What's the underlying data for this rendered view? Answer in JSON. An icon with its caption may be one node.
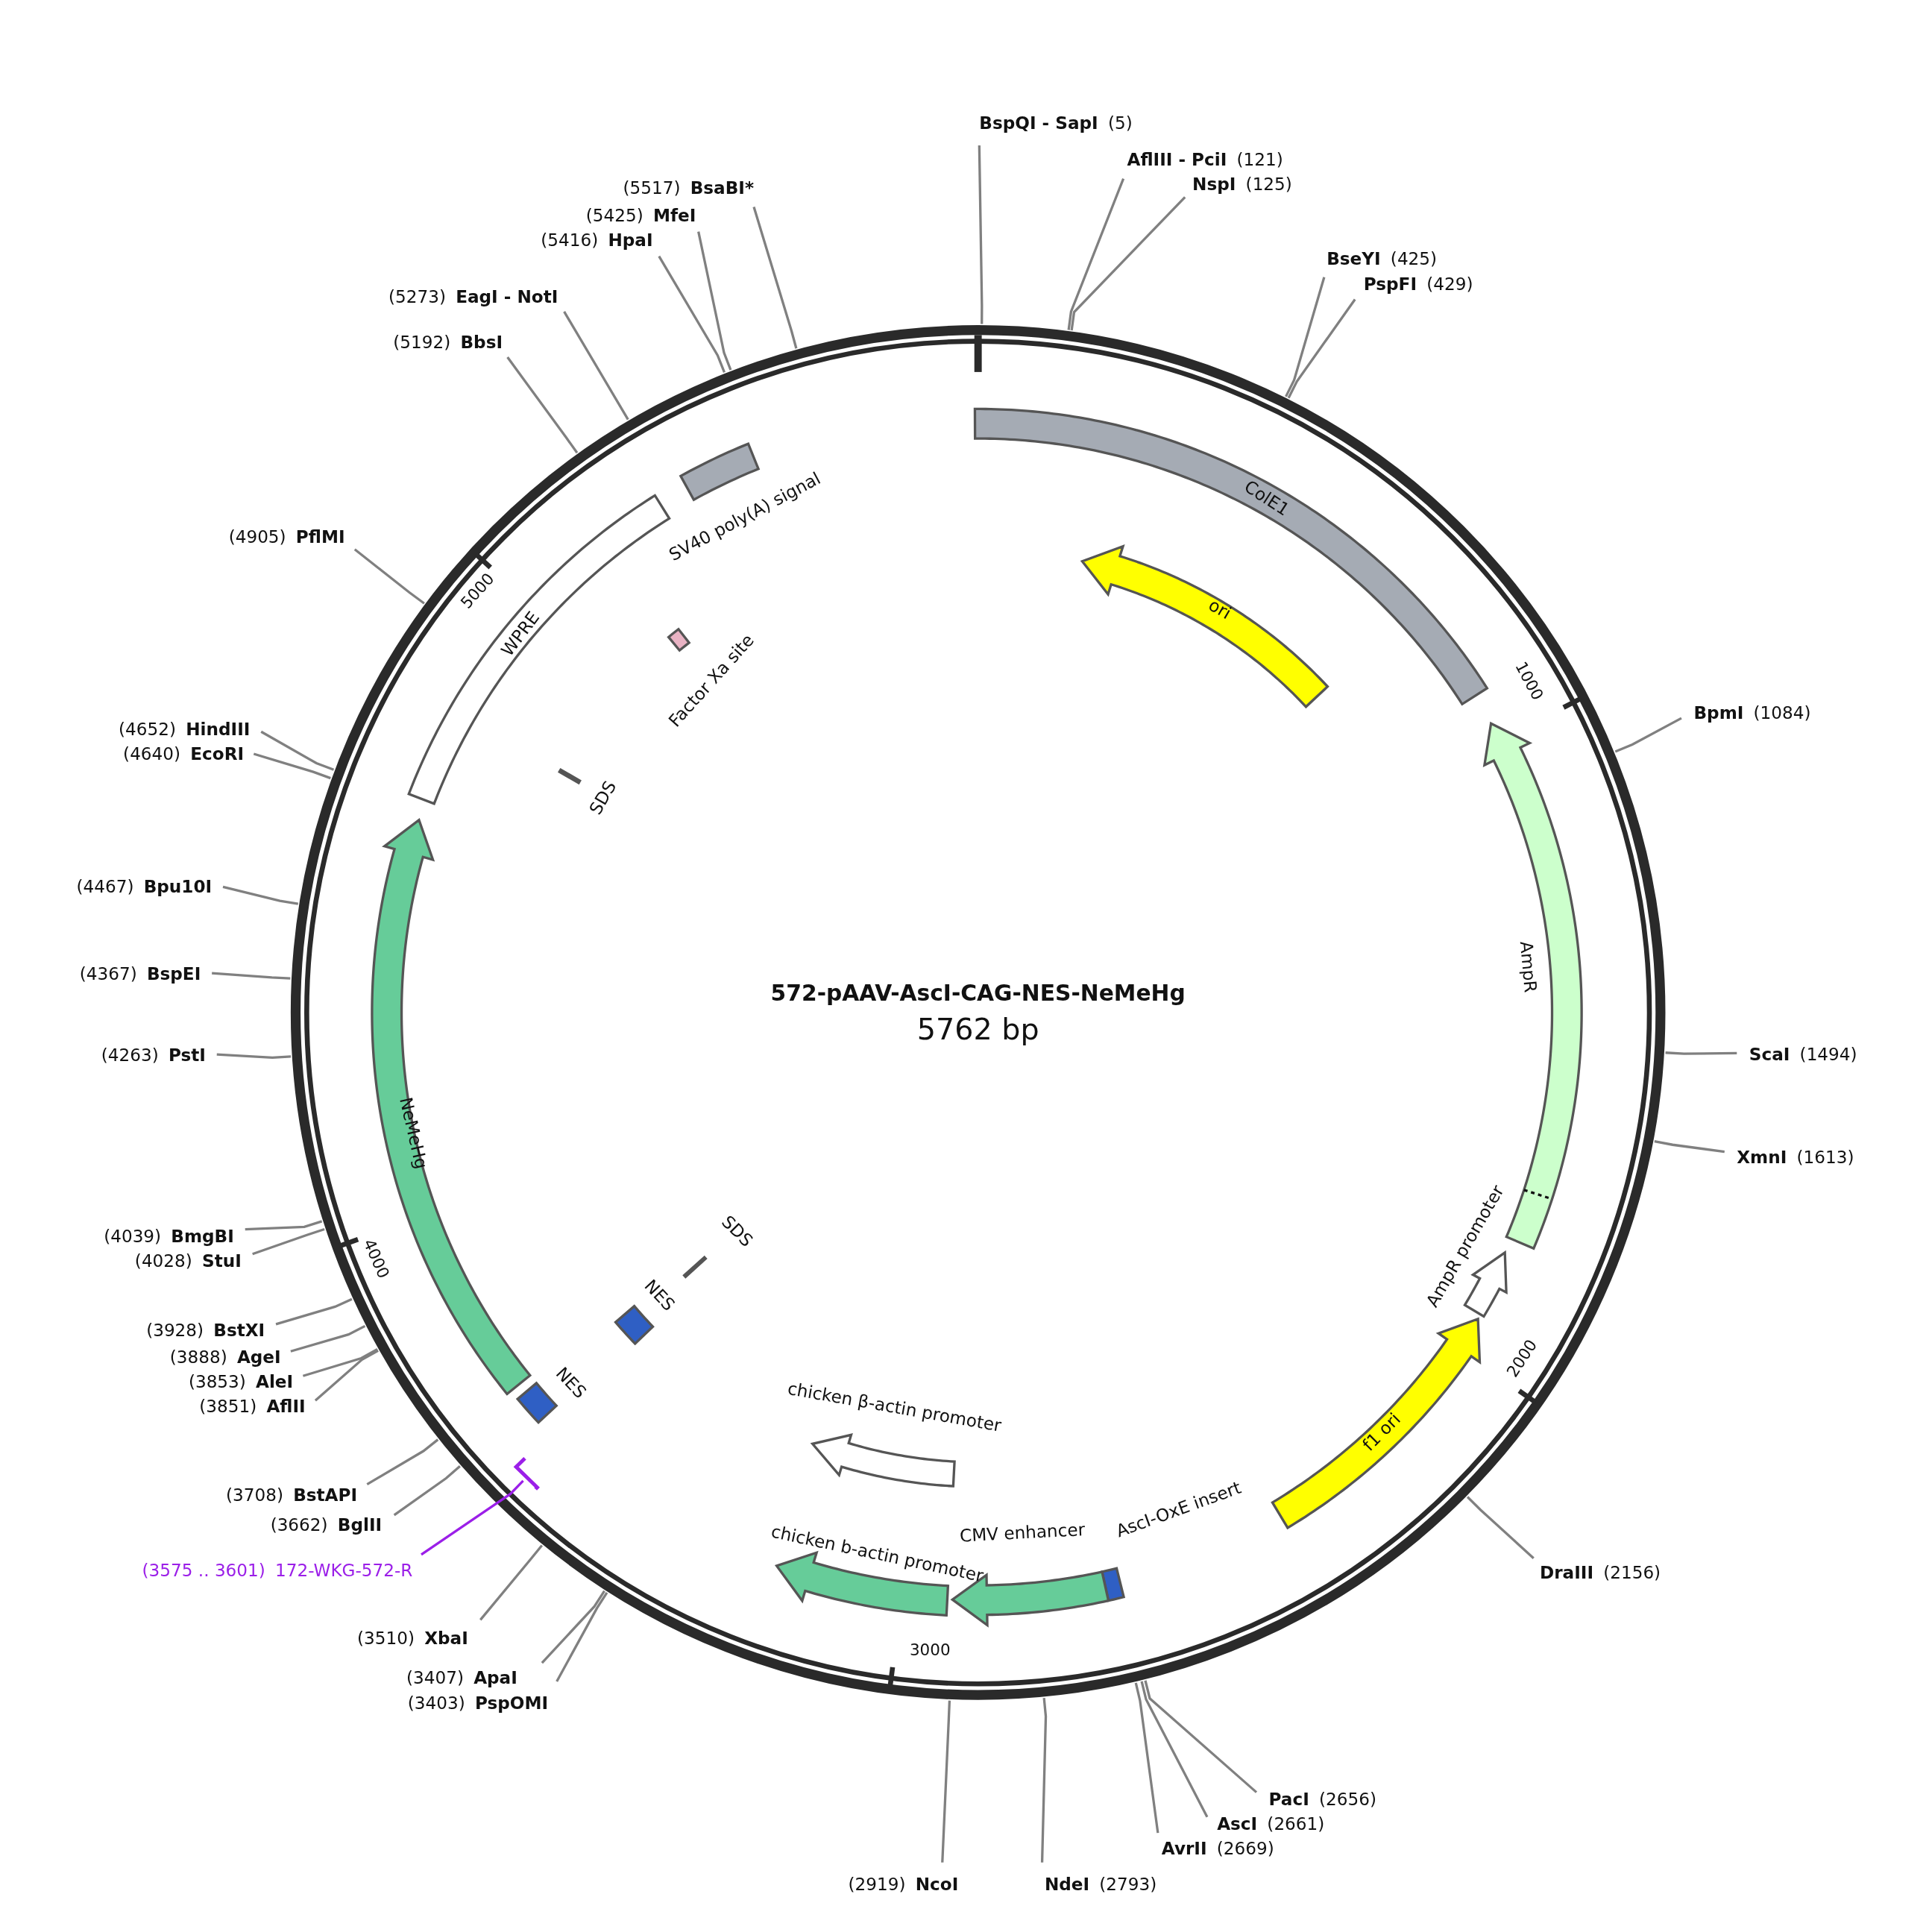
{
  "diagram": {
    "title": "572-pAAV-AscI-CAG-NES-NeMeHg",
    "caption": "5762 bp",
    "nodes": [
      {
        "text": [
          "ColE1"
        ]
      },
      {
        "text": [
          "ori"
        ]
      },
      {
        "text": [
          "AmpR"
        ]
      },
      {
        "text": [
          "AmpR promoter"
        ]
      },
      {
        "text": [
          "f1 ori"
        ]
      },
      {
        "text": [
          "AscI-OxE insert"
        ]
      },
      {
        "text": [
          "CMV enhancer"
        ]
      },
      {
        "text": [
          "chicken b-actin promoter"
        ]
      },
      {
        "text": [
          "chicken β-actin promoter"
        ]
      },
      {
        "text": [
          "NES"
        ]
      },
      {
        "text": [
          "NES"
        ]
      },
      {
        "text": [
          "SDS"
        ]
      },
      {
        "text": [
          "NeMeHg"
        ]
      },
      {
        "text": [
          "WPRE"
        ]
      },
      {
        "text": [
          "SV40 poly(A) signal"
        ]
      },
      {
        "text": [
          "Factor Xa site"
        ]
      },
      {
        "text": [
          "SDS"
        ]
      },
      {
        "text": [
          "BspQI - SapI"
        ],
        "beside": [
          "(5)"
        ]
      },
      {
        "text": [
          "AflIII - PciI"
        ],
        "beside": [
          "(121)"
        ]
      },
      {
        "text": [
          "NspI"
        ],
        "beside": [
          "(125)"
        ]
      },
      {
        "text": [
          "BseYI"
        ],
        "beside": [
          "(425)"
        ]
      },
      {
        "text": [
          "PspFI"
        ],
        "beside": [
          "(429)"
        ]
      },
      {
        "text": [
          "BpmI"
        ],
        "beside": [
          "(1084)"
        ]
      },
      {
        "text": [
          "ScaI"
        ],
        "beside": [
          "(1494)"
        ]
      },
      {
        "text": [
          "XmnI"
        ],
        "beside": [
          "(1613)"
        ]
      },
      {
        "text": [
          "DraIII"
        ],
        "beside": [
          "(2156)"
        ]
      },
      {
        "text": [
          "PacI"
        ],
        "beside": [
          "(2656)"
        ]
      },
      {
        "text": [
          "AscI"
        ],
        "beside": [
          "(2661)"
        ]
      },
      {
        "text": [
          "AvrII"
        ],
        "beside": [
          "(2669)"
        ]
      },
      {
        "text": [
          "NdeI"
        ],
        "beside": [
          "(2793)"
        ]
      },
      {
        "text": [
          "NcoI"
        ],
        "beside": [
          "(2919)"
        ]
      },
      {
        "text": [
          "PspOMI"
        ],
        "beside": [
          "(3403)"
        ]
      },
      {
        "text": [
          "ApaI"
        ],
        "beside": [
          "(3407)"
        ]
      },
      {
        "text": [
          "XbaI"
        ],
        "beside": [
          "(3510)"
        ]
      },
      {
        "text": [
          "BglII"
        ],
        "beside": [
          "(3662)"
        ]
      },
      {
        "text": [
          "BstAPI"
        ],
        "beside": [
          "(3708)"
        ]
      },
      {
        "text": [
          "AflII"
        ],
        "beside": [
          "(3851)"
        ]
      },
      {
        "text": [
          "AleI"
        ],
        "beside": [
          "(3853)"
        ]
      },
      {
        "text": [
          "AgeI"
        ],
        "beside": [
          "(3888)"
        ]
      },
      {
        "text": [
          "BstXI"
        ],
        "beside": [
          "(3928)"
        ]
      },
      {
        "text": [
          "StuI"
        ],
        "beside": [
          "(4028)"
        ]
      },
      {
        "text": [
          "BmgBI"
        ],
        "beside": [
          "(4039)"
        ]
      },
      {
        "text": [
          "PstI"
        ],
        "beside": [
          "(4263)"
        ]
      },
      {
        "text": [
          "BspEI"
        ],
        "beside": [
          "(4367)"
        ]
      },
      {
        "text": [
          "Bpu10I"
        ],
        "beside": [
          "(4467)"
        ]
      },
      {
        "text": [
          "EcoRI"
        ],
        "beside": [
          "(4640)"
        ]
      },
      {
        "text": [
          "HindIII"
        ],
        "beside": [
          "(4652)"
        ]
      },
      {
        "text": [
          "PflMI"
        ],
        "beside": [
          "(4905)"
        ]
      },
      {
        "text": [
          "BbsI"
        ],
        "beside": [
          "(5192)"
        ]
      },
      {
        "text": [
          "EagI - NotI"
        ],
        "beside": [
          "(5273)"
        ]
      },
      {
        "text": [
          "HpaI"
        ],
        "beside": [
          "(5416)"
        ]
      },
      {
        "text": [
          "MfeI"
        ],
        "beside": [
          "(5425)"
        ]
      },
      {
        "text": [
          "BsaBI*"
        ],
        "beside": [
          "(5517)"
        ]
      },
      {
        "text": [
          "172-WKG-572-R"
        ],
        "beside": [
          "(3575 .. 3601)"
        ]
      },
      {
        "text": [],
        "shape": "bar"
      }
    ],
    "edges": [
      {
        "from": 17,
        "to": null,
        "arrow": "none"
      },
      {
        "from": 18,
        "to": null,
        "arrow": "none"
      },
      {
        "from": 19,
        "to": null,
        "arrow": "none"
      },
      {
        "from": 20,
        "to": null,
        "arrow": "none"
      },
      {
        "from": 21,
        "to": null,
        "arrow": "none"
      },
      {
        "from": 22,
        "to": null,
        "arrow": "none"
      },
      {
        "from": 23,
        "to": null,
        "arrow": "none"
      },
      {
        "from": 24,
        "to": null,
        "arrow": "none"
      },
      {
        "from": 25,
        "to": null,
        "arrow": "none"
      },
      {
        "from": 26,
        "to": null,
        "arrow": "none"
      },
      {
        "from": 27,
        "to": null,
        "arrow": "none"
      },
      {
        "from": 28,
        "to": null,
        "arrow": "none"
      },
      {
        "from": 29,
        "to": null,
        "arrow": "none"
      },
      {
        "from": 30,
        "to": null,
        "arrow": "none"
      },
      {
        "from": 31,
        "to": null,
        "arrow": "none"
      },
      {
        "from": 32,
        "to": null,
        "arrow": "none"
      },
      {
        "from": 33,
        "to": null,
        "arrow": "none"
      },
      {
        "from": 34,
        "to": null,
        "arrow": "none"
      },
      {
        "from": 35,
        "to": null,
        "arrow": "none"
      },
      {
        "from": 36,
        "to": null,
        "arrow": "none"
      },
      {
        "from": 37,
        "to": null,
        "arrow": "none"
      },
      {
        "from": 38,
        "to": null,
        "arrow": "none"
      },
      {
        "from": 39,
        "to": null,
        "arrow": "none"
      },
      {
        "from": 40,
        "to": null,
        "arrow": "none"
      },
      {
        "from": 41,
        "to": null,
        "arrow": "none"
      },
      {
        "from": 42,
        "to": null,
        "arrow": "none"
      },
      {
        "from": 43,
        "to": null,
        "arrow": "none"
      },
      {
        "from": 44,
        "to": null,
        "arrow": "none"
      },
      {
        "from": 45,
        "to": null,
        "arrow": "none"
      },
      {
        "from": 46,
        "to": null,
        "arrow": "none"
      },
      {
        "from": 47,
        "to": null,
        "arrow": "none"
      },
      {
        "from": 48,
        "to": null,
        "arrow": "none"
      },
      {
        "from": 49,
        "to": null,
        "arrow": "none"
      },
      {
        "from": 50,
        "to": null,
        "arrow": "none"
      },
      {
        "from": 51,
        "to": null,
        "arrow": "none"
      },
      {
        "from": 52,
        "to": null,
        "arrow": "none"
      },
      {
        "from": 53,
        "to": 54,
        "arrow": "none",
        "color": "#9b1fe8"
      }
    ],
    "labels": [
      "1000",
      "2000",
      "3000",
      "4000",
      "5000"
    ]
  }
}
